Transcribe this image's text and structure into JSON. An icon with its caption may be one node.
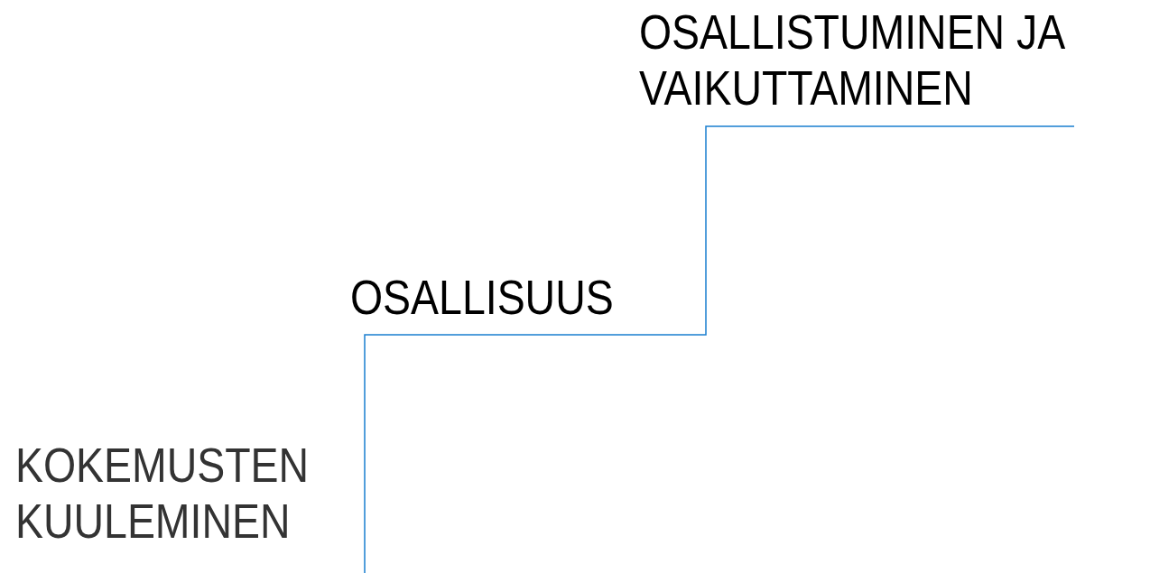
{
  "diagram": {
    "labels": [
      "OSALLISTUMINEN JA VAIKUTTAMINEN",
      "OSALLISUUS",
      "KOKEMUSTEN KUULEMINEN"
    ]
  }
}
